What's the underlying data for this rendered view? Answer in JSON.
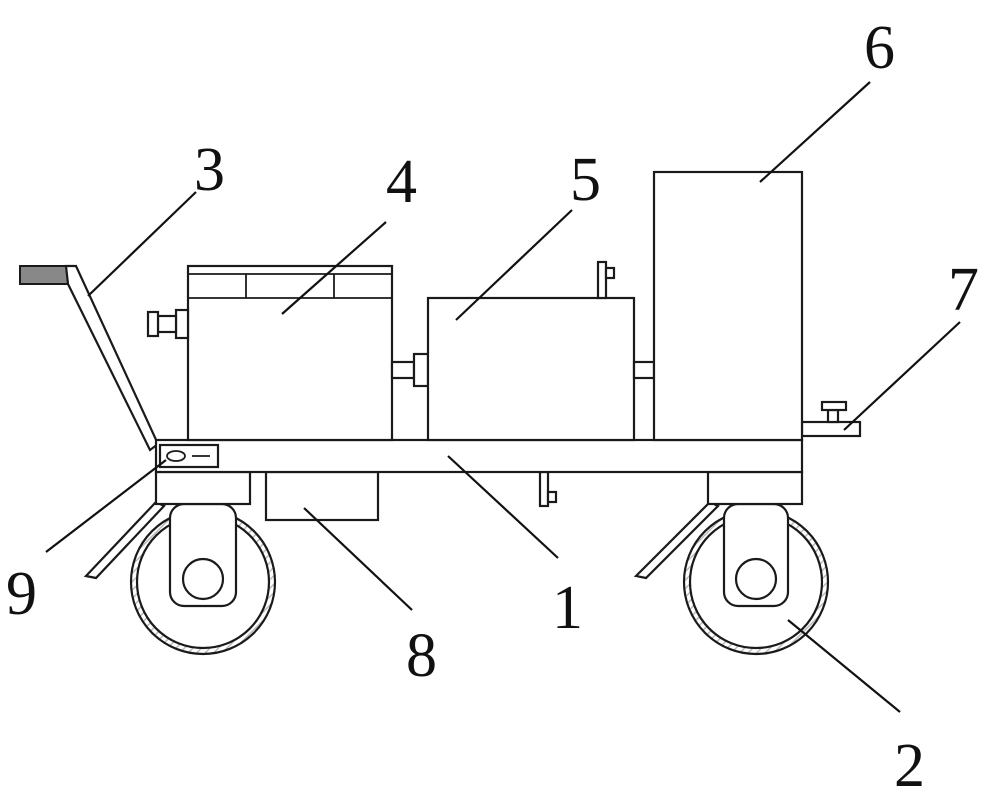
{
  "figure": {
    "labels": [
      {
        "id": "1",
        "text": "1"
      },
      {
        "id": "2",
        "text": "2"
      },
      {
        "id": "3",
        "text": "3"
      },
      {
        "id": "4",
        "text": "4"
      },
      {
        "id": "5",
        "text": "5"
      },
      {
        "id": "6",
        "text": "6"
      },
      {
        "id": "7",
        "text": "7"
      },
      {
        "id": "8",
        "text": "8"
      },
      {
        "id": "9",
        "text": "9"
      }
    ]
  },
  "colors": {
    "line": "#1a1a1a",
    "background": "#ffffff",
    "grip_fill": "#888888",
    "tire_hatch": "#bbbbbb"
  }
}
